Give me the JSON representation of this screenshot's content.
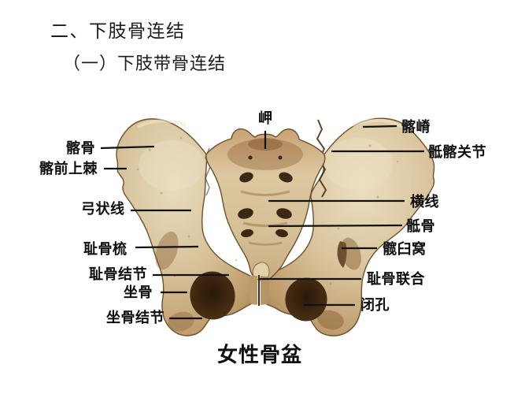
{
  "slide": {
    "title": "二、下肢骨连结",
    "subtitle": "（一）下肢带骨连结",
    "caption": "女性骨盆"
  },
  "figure": {
    "type": "anatomical-photo-diagram",
    "subject": "female pelvis, anterior view",
    "bone_color": "#d3bd94",
    "bone_shadow_color": "#8a6a42",
    "leader_line_color": "#121212",
    "labels": {
      "promontory": "岬",
      "iliac_crest": "髂嵴",
      "sacroiliac_joint": "骶髂关节",
      "transverse_lines": "横线",
      "sacrum": "骶骨",
      "acetabular_fossa": "髋臼窝",
      "pubic_symphysis": "耻骨联合",
      "obturator_foramen": "闭孔",
      "ilium": "髂骨",
      "anterior_superior_iliac_spine": "髂前上棘",
      "arcuate_line": "弓状线",
      "pecten_pubis": "耻骨梳",
      "pubic_tubercle": "耻骨结节",
      "ischium": "坐骨",
      "ischial_tuberosity": "坐骨结节"
    }
  }
}
